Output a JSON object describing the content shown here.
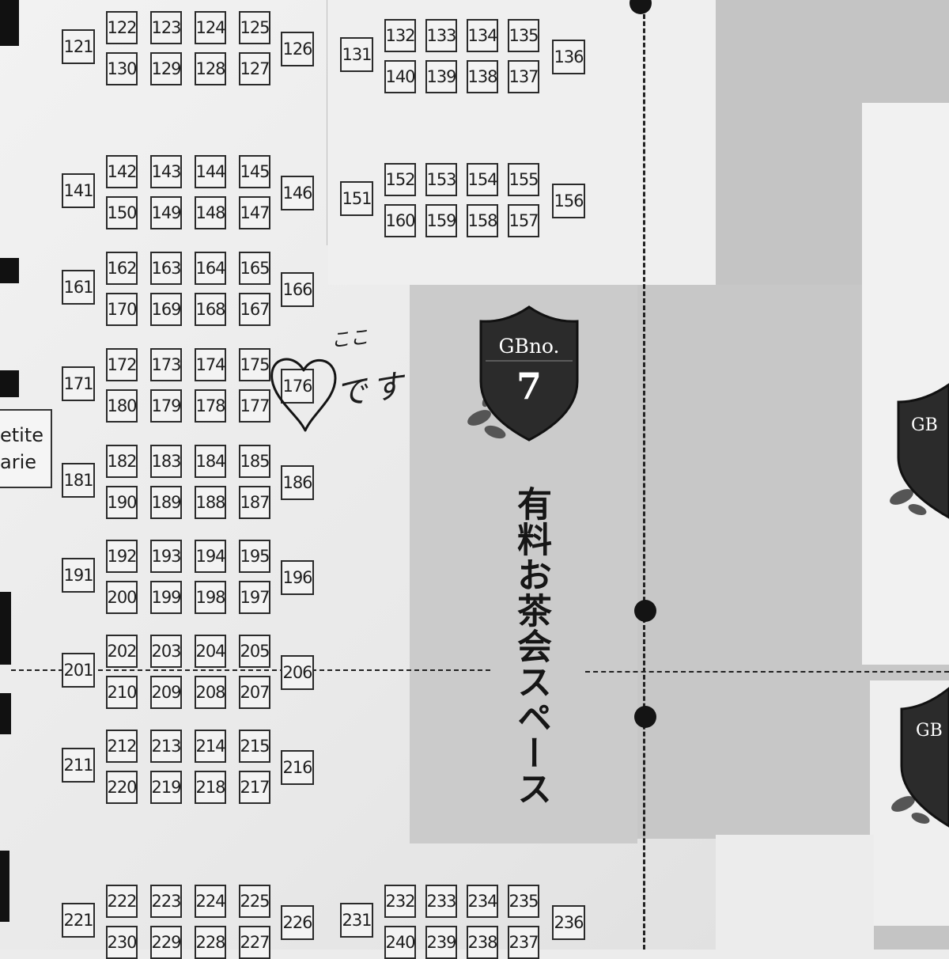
{
  "map": {
    "left_column_booths": [
      {
        "end_left": "121",
        "top": [
          "122",
          "123",
          "124",
          "125"
        ],
        "bottom": [
          "130",
          "129",
          "128",
          "127"
        ],
        "end_right": "126"
      },
      {
        "end_left": "141",
        "top": [
          "142",
          "143",
          "144",
          "145"
        ],
        "bottom": [
          "150",
          "149",
          "148",
          "147"
        ],
        "end_right": "146"
      },
      {
        "end_left": "161",
        "top": [
          "162",
          "163",
          "164",
          "165"
        ],
        "bottom": [
          "170",
          "169",
          "168",
          "167"
        ],
        "end_right": "166"
      },
      {
        "end_left": "171",
        "top": [
          "172",
          "173",
          "174",
          "175"
        ],
        "bottom": [
          "180",
          "179",
          "178",
          "177"
        ],
        "end_right": "176"
      },
      {
        "end_left": "181",
        "top": [
          "182",
          "183",
          "184",
          "185"
        ],
        "bottom": [
          "190",
          "189",
          "188",
          "187"
        ],
        "end_right": "186"
      },
      {
        "end_left": "191",
        "top": [
          "192",
          "193",
          "194",
          "195"
        ],
        "bottom": [
          "200",
          "199",
          "198",
          "197"
        ],
        "end_right": "196"
      },
      {
        "end_left": "201",
        "top": [
          "202",
          "203",
          "204",
          "205"
        ],
        "bottom": [
          "210",
          "209",
          "208",
          "207"
        ],
        "end_right": "206"
      },
      {
        "end_left": "211",
        "top": [
          "212",
          "213",
          "214",
          "215"
        ],
        "bottom": [
          "220",
          "219",
          "218",
          "217"
        ],
        "end_right": "216"
      },
      {
        "end_left": "221",
        "top": [
          "222",
          "223",
          "224",
          "225"
        ],
        "bottom": [
          "230",
          "229",
          "228",
          "227"
        ],
        "end_right": "226"
      }
    ],
    "middle_column_booths": [
      {
        "end_left": "131",
        "top": [
          "132",
          "133",
          "134",
          "135"
        ],
        "bottom": [
          "140",
          "139",
          "138",
          "137"
        ],
        "end_right": "136"
      },
      {
        "end_left": "151",
        "top": [
          "152",
          "153",
          "154",
          "155"
        ],
        "bottom": [
          "160",
          "159",
          "158",
          "157"
        ],
        "end_right": "156"
      },
      {
        "end_left": "231",
        "top": [
          "232",
          "233",
          "234",
          "235"
        ],
        "bottom": [
          "240",
          "239",
          "238",
          "237"
        ],
        "end_right": "236"
      }
    ],
    "left_edge_label": {
      "line1": "etite",
      "line2": "arie"
    },
    "tea_space": {
      "shield_title": "GBno.",
      "shield_number": "7",
      "label": "有料お茶会スペース"
    },
    "right_shields": {
      "upper": "GB",
      "lower": "GB"
    },
    "handwritten_note": {
      "line1": "ここ",
      "line2": "です",
      "marker": "heart",
      "target_booth": "176"
    },
    "colors": {
      "ink": "#1c1c1c",
      "tea_zone_gray": "#cbcbcb",
      "shield": "#2b2b2b"
    }
  }
}
